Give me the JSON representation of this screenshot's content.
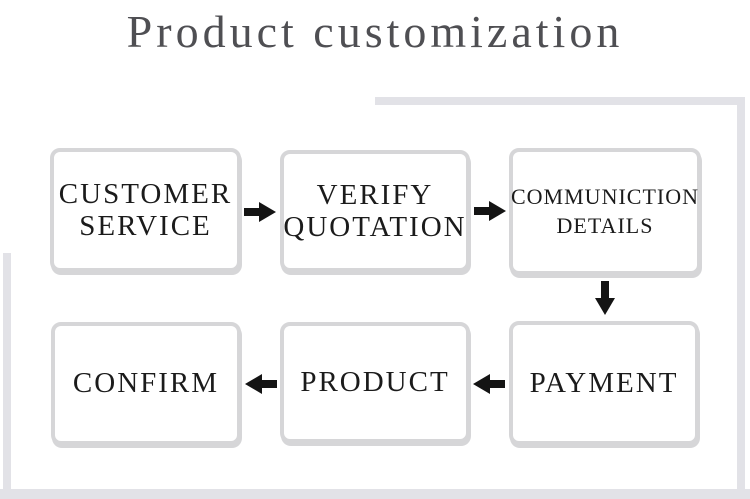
{
  "title": "Product customization",
  "nodes": {
    "customer_service": {
      "line1": "CUSTOMER",
      "line2": "SERVICE"
    },
    "verify_quotation": {
      "line1": "VERIFY",
      "line2": "QUOTATION"
    },
    "communiction_details": {
      "line1": "COMMUNICTION",
      "line2": "DETAILS"
    },
    "payment": {
      "label": "PAYMENT"
    },
    "product": {
      "label": "PRODUCT"
    },
    "confirm": {
      "label": "CONFIRM"
    }
  },
  "edges": [
    {
      "from": "CUSTOMER SERVICE",
      "to": "VERIFY QUOTATION",
      "direction": "right"
    },
    {
      "from": "VERIFY QUOTATION",
      "to": "COMMUNICTION DETAILS",
      "direction": "right"
    },
    {
      "from": "COMMUNICTION DETAILS",
      "to": "PAYMENT",
      "direction": "down"
    },
    {
      "from": "PAYMENT",
      "to": "PRODUCT",
      "direction": "left"
    },
    {
      "from": "PRODUCT",
      "to": "CONFIRM",
      "direction": "left"
    }
  ],
  "icons": {
    "arrow_right": "➡",
    "arrow_down": "⬇",
    "arrow_left": "⬅"
  },
  "colors": {
    "band": "#e2e2e7",
    "box_border": "#d6d6d8",
    "box_fill": "#ffffff",
    "text": "#1b1b1b",
    "title": "#4f4f53",
    "arrow": "#141414"
  }
}
